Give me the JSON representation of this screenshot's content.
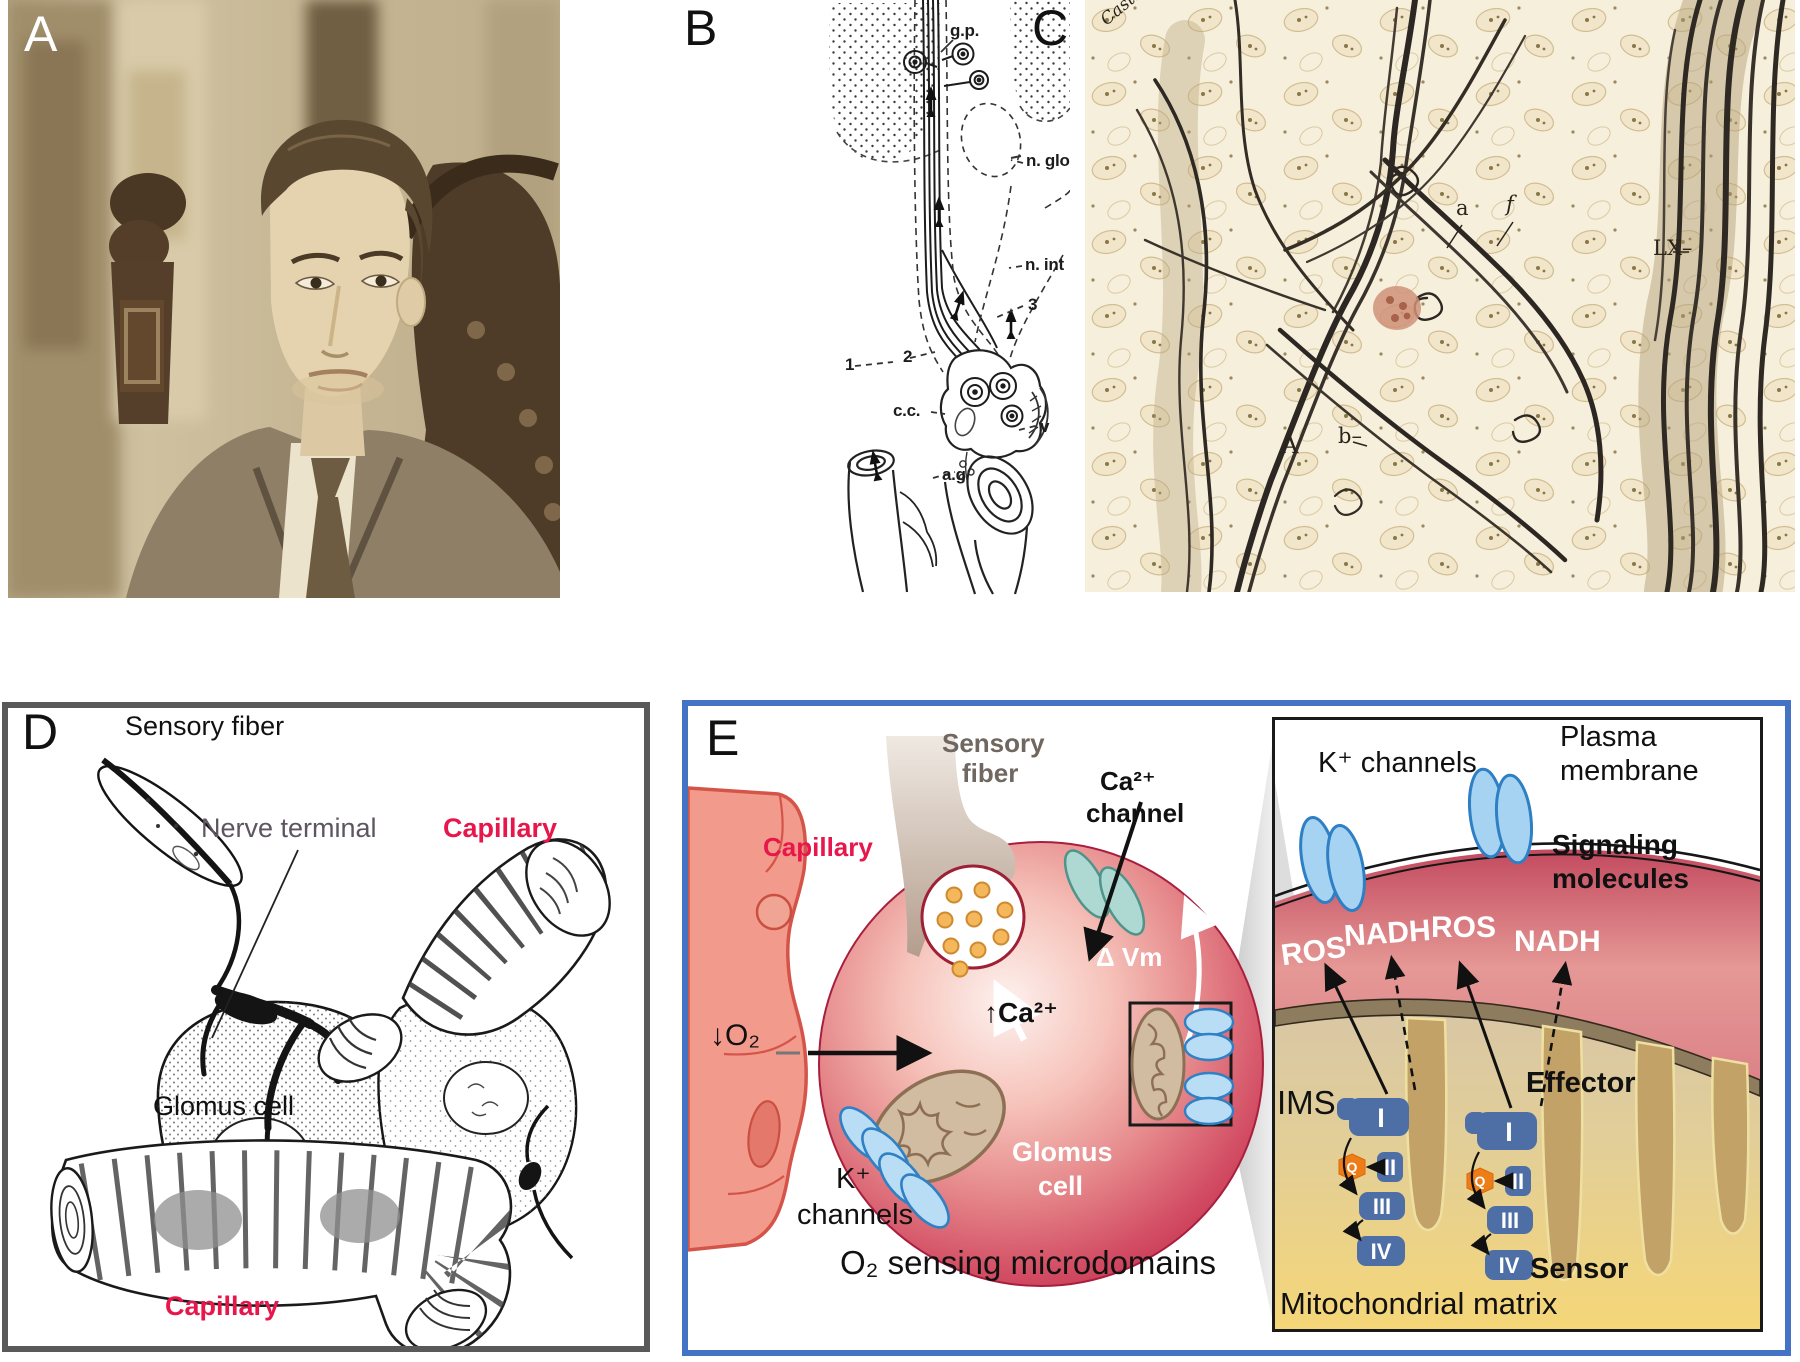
{
  "colors": {
    "label_red": "#e8174b",
    "nerve_terminal_gray": "#5d5562",
    "panel_d_border": "#595959",
    "panel_e_border": "#4472c4",
    "glomus_red": "#bf2347",
    "k_channel_blue": "#a5d3f1",
    "ca_channel_teal": "#aed9d2",
    "complex_blue": "#4e6ea6",
    "q_orange": "#ee7c17",
    "mito_tan": "#d1bba1",
    "matrix_gold": "#f5d678"
  },
  "panel_a": {
    "letter": "A"
  },
  "panel_b": {
    "letter": "B",
    "labels": {
      "gp": "g.p.",
      "n_glo": "n. glo",
      "n_int": "n. int",
      "three": "3",
      "two": "2",
      "one": "1",
      "cc": "c.c.",
      "v": "v",
      "ag": "a.g"
    }
  },
  "panel_c": {
    "letter": "C",
    "labels": {
      "signature": "Castro",
      "a": "a",
      "f": "f",
      "lx": "LX–",
      "big_a": "A",
      "b": "b–"
    }
  },
  "panel_d": {
    "letter": "D",
    "labels": {
      "sensory_fiber": "Sensory fiber",
      "nerve_terminal": "Nerve terminal",
      "capillary_top": "Capillary",
      "glomus_cell": "Glomus cell",
      "capillary_bottom": "Capillary"
    }
  },
  "panel_e": {
    "letter": "E",
    "main": {
      "capillary": "Capillary",
      "sensory_line1": "Sensory",
      "sensory_line2": "fiber",
      "ca_channel_line1": "Ca²⁺",
      "ca_channel_line2": "channel",
      "delta_vm": "Δ Vm",
      "ca_rise": "↑Ca²⁺",
      "o2_fall": "↓O₂",
      "k_line1": "K⁺",
      "k_line2": "channels",
      "glomus_line1": "Glomus",
      "glomus_line2": "cell",
      "caption": "O₂ sensing microdomains"
    },
    "inset": {
      "k_channels": "K⁺ channels",
      "plasma_line1": "Plasma",
      "plasma_line2": "membrane",
      "signaling_line1": "Signaling",
      "signaling_line2": "molecules",
      "ros_left": "ROS",
      "nadh_left": "NADH",
      "ros_right": "ROS",
      "nadh_right": "NADH",
      "ims": "IMS",
      "effector": "Effector",
      "sensor": "Sensor",
      "matrix": "Mitochondrial matrix",
      "c1": "I",
      "c2": "II",
      "c3": "III",
      "c4": "IV",
      "q": "Q"
    }
  }
}
